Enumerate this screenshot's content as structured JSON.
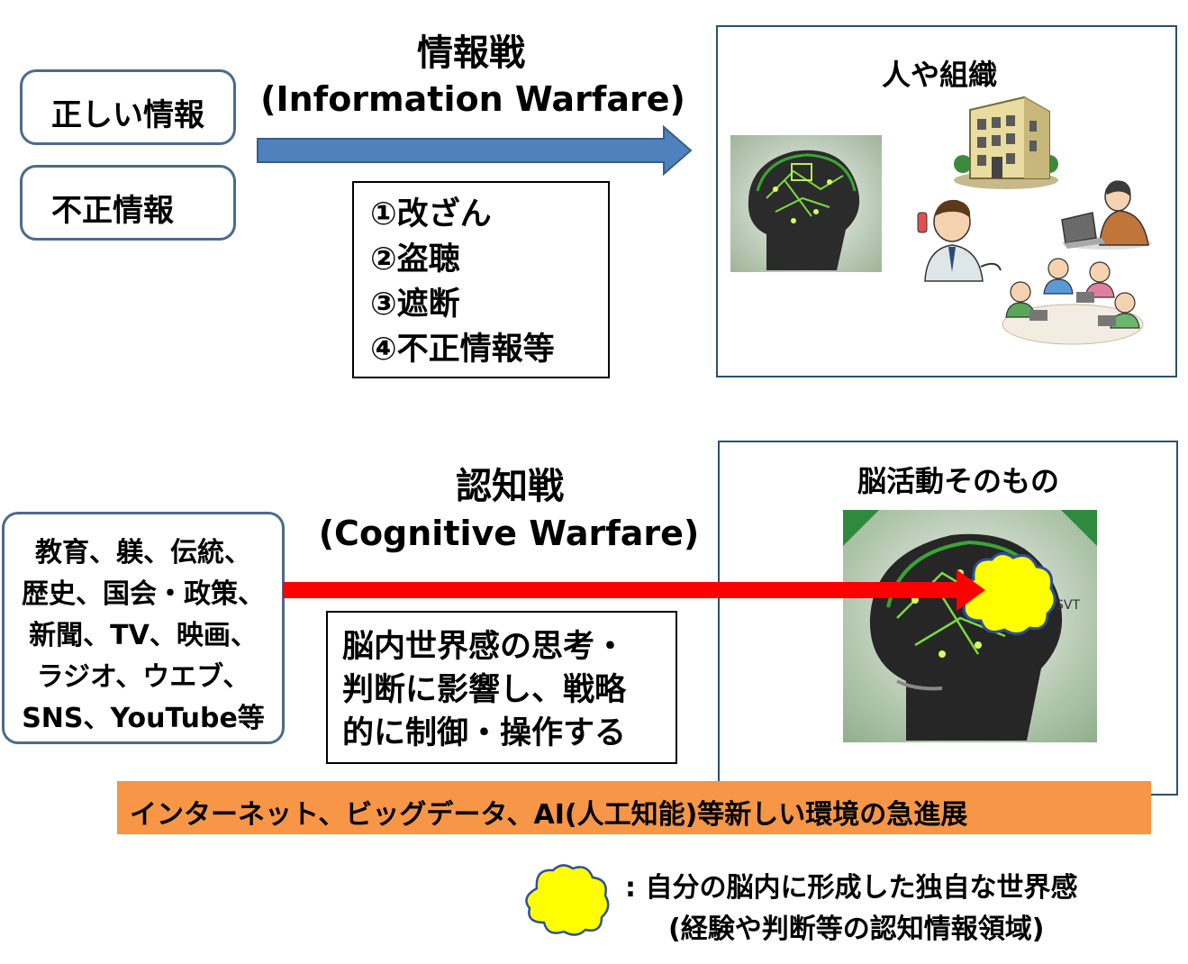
{
  "info_warfare": {
    "title_ja": "情報戦",
    "title_en": "(Information Warfare)",
    "input_correct": "正しい情報",
    "input_fraud": "不正情報",
    "attacks": [
      "①改ざん",
      "②盗聴",
      "③遮断",
      "④不正情報等"
    ],
    "target_label": "人や組織"
  },
  "cognitive_warfare": {
    "title_ja": "認知戦",
    "title_en": "(Cognitive Warfare)",
    "sources": [
      "教育、躾、伝統、",
      "歴史、国会・政策、",
      "新聞、TV、映画、",
      "ラジオ、ウエブ、",
      "SNS、YouTube等"
    ],
    "effect": [
      "脳内世界感の思考・",
      "判断に影響し、戦略",
      "的に制御・操作する"
    ],
    "target_label": "脳活動そのもの"
  },
  "banner": "インターネット、ビッグデータ、AI(人工知能)等新しい環境の急進展",
  "legend": {
    "line1": ": 自分の脳内に形成した独自な世界感",
    "line2": "(経験や判断等の認知情報領域)"
  },
  "colors": {
    "arrow_blue": "#4f81bd",
    "arrow_red": "#ff0000",
    "banner_orange": "#f79646",
    "cloud_yellow": "#ffff00",
    "box_border": "#4a6b8c"
  }
}
